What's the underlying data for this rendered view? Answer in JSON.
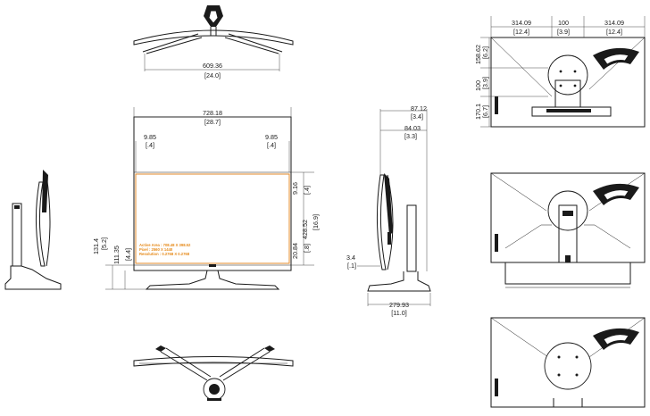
{
  "dimensions": {
    "stand_width": [
      "609.36",
      "[24.0]"
    ],
    "overall_width": [
      "728.18",
      "[28.7]"
    ],
    "bezel_left": [
      "9.85",
      "[.4]"
    ],
    "bezel_right": [
      "9.85",
      "[.4]"
    ],
    "bezel_top": [
      "9.16",
      "[.4]"
    ],
    "panel_height": [
      "428.52",
      "[16.9]"
    ],
    "chin": [
      "20.84",
      "[.8]"
    ],
    "stand_height": [
      "131.4",
      "[5.2]"
    ],
    "screen_bottom": [
      "111.35",
      "[4.4]"
    ],
    "depth_top": [
      "87.12",
      "[3.4]"
    ],
    "depth_panel": [
      "84.03",
      "[3.3]"
    ],
    "foot_offset": [
      "3.4",
      "[.1]"
    ],
    "base_depth": [
      "279.93",
      "[11.0]"
    ],
    "rear_left": [
      "314.09",
      "[12.4]"
    ],
    "rear_center": [
      "100",
      "[3.9]"
    ],
    "rear_right": [
      "314.09",
      "[12.4]"
    ],
    "rear_top": [
      "158.62",
      "[6.2]"
    ],
    "rear_vesa": [
      "100",
      "[3.9]"
    ],
    "rear_bottom": [
      "170.1",
      "[6.7]"
    ]
  },
  "screen_note": [
    "Active Area : 708.48 X 398.52",
    "Pixel : 2560 X 1440",
    "Resolution : 0.2768 X 0.2768"
  ],
  "colors": {
    "line": "#1a1a1a",
    "screen_outline": "#e08a2a",
    "note_text": "#e68a1a"
  },
  "icons": [
    "rog-eye-logo",
    "port-icons"
  ]
}
